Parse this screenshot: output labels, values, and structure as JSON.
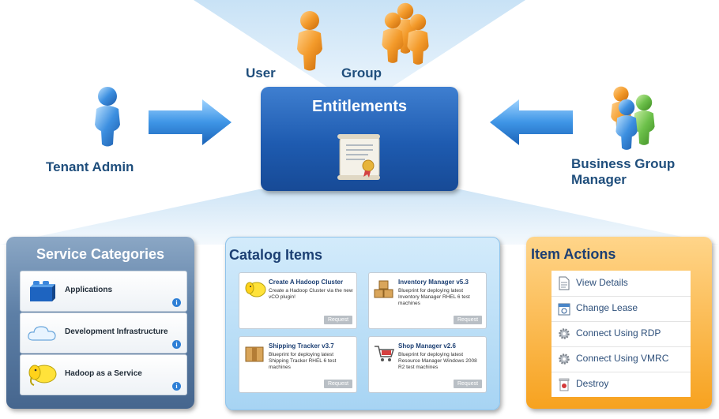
{
  "labels": {
    "user": "User",
    "group": "Group",
    "tenant_admin": "Tenant Admin",
    "business_group_manager": "Business Group Manager"
  },
  "entitlements": {
    "title": "Entitlements"
  },
  "service_categories": {
    "title": "Service Categories",
    "items": [
      {
        "label": "Applications"
      },
      {
        "label": "Development Infrastructure"
      },
      {
        "label": "Hadoop as a Service"
      }
    ]
  },
  "catalog_items": {
    "title": "Catalog Items",
    "cards": [
      {
        "title": "Create A Hadoop Cluster",
        "description": "Create a Hadoop Cluster via the new vCO plugin!",
        "button": "Request"
      },
      {
        "title": "Inventory Manager v5.3",
        "description": "Blueprint for deploying latest Inventory Manager RHEL 6 test machines",
        "button": "Request"
      },
      {
        "title": "Shipping Tracker v3.7",
        "description": "Blueprint for deploying latest Shipping Tracker RHEL 6 test machines",
        "button": "Request"
      },
      {
        "title": "Shop Manager v2.6",
        "description": "Blueprint for deploying latest Resource Manager Windows 2008 R2 test machines",
        "button": "Request"
      }
    ]
  },
  "item_actions": {
    "title": "Item Actions",
    "items": [
      {
        "label": "View Details",
        "icon": "document-icon"
      },
      {
        "label": "Change Lease",
        "icon": "lease-icon"
      },
      {
        "label": "Connect Using RDP",
        "icon": "gear-icon"
      },
      {
        "label": "Connect Using VMRC",
        "icon": "gear-icon"
      },
      {
        "label": "Destroy",
        "icon": "trash-icon"
      }
    ]
  },
  "colors": {
    "orange_person": "#f39a2a",
    "blue_person": "#3c8fe0",
    "green_person": "#6cc04a",
    "label_blue": "#1f4e7c"
  }
}
